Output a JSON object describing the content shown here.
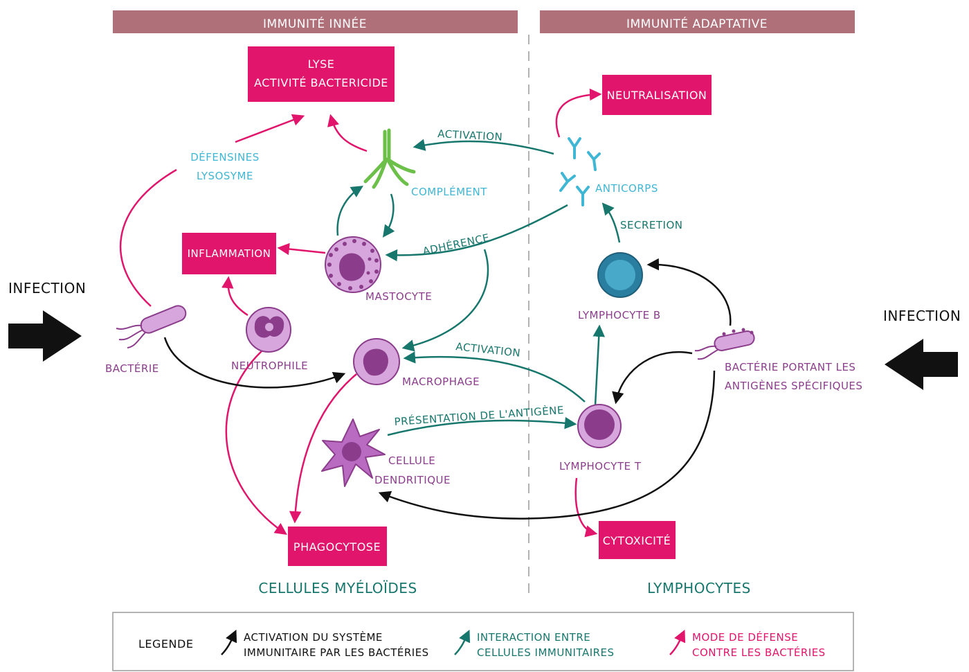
{
  "colors": {
    "header": "#b0707a",
    "pink": "#e0156b",
    "teal": "#17776d",
    "cyan": "#3fb6d4",
    "purple": "#8b3d8c",
    "light_purple": "#d7a6dc",
    "black": "#111111"
  },
  "headers": {
    "innate": "IMMUNITÉ INNÉE",
    "adaptive": "IMMUNITÉ ADAPTATIVE"
  },
  "infection": {
    "left": "INFECTION",
    "right": "INFECTION"
  },
  "defense_boxes": {
    "lysis_line1": "LYSE",
    "lysis_line2": "ACTIVITÉ BACTERICIDE",
    "neutralisation": "NEUTRALISATION",
    "inflammation": "INFLAMMATION",
    "phagocytose": "PHAGOCYTOSE",
    "cytoxicite": "CYTOXICITÉ"
  },
  "labels": {
    "defensines": "DÉFENSINES",
    "lysosyme": "LYSOSYME",
    "complement": "COMPLÉMENT",
    "anticorps": "ANTICORPS",
    "mastocyte": "MASTOCYTE",
    "bacterie": "BACTÉRIE",
    "neutrophile": "NEUTROPHILE",
    "macrophage": "MACROPHAGE",
    "cellule_dendritique_line1": "CELLULE",
    "cellule_dendritique_line2": "DENDRITIQUE",
    "lymphocyte_b": "LYMPHOCYTE B",
    "lymphocyte_t": "LYMPHOCYTE T",
    "bacterie_antigenes_line1": "BACTÉRIE PORTANT LES",
    "bacterie_antigenes_line2": "ANTIGÈNES SPÉCIFIQUES"
  },
  "arrow_labels": {
    "activation_top": "ACTIVATION",
    "adherence": "ADHÉRENCE",
    "secretion": "SECRETION",
    "activation_mid": "ACTIVATION",
    "presentation": "PRÉSENTATION DE L'ANTIGÈNE"
  },
  "groups": {
    "myeloid": "CELLULES MYÉLOÏDES",
    "lymphocytes": "LYMPHOCYTES"
  },
  "legend": {
    "title": "LEGENDE",
    "black_line1": "ACTIVATION DU SYSTÈME",
    "black_line2": "IMMUNITAIRE PAR LES BACTÉRIES",
    "teal_line1": "INTERACTION ENTRE",
    "teal_line2": "CELLULES IMMUNITAIRES",
    "pink_line1": "MODE DE DÉFENSE",
    "pink_line2": "CONTRE LES BACTÉRIES"
  }
}
